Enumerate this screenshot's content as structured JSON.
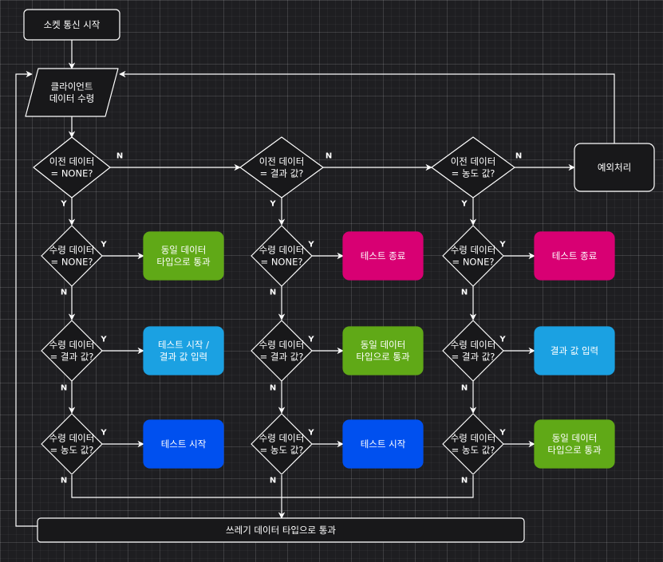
{
  "colors": {
    "green": "#60a917",
    "pink": "#d80073",
    "cyan": "#1ba1e2",
    "blue": "#0050ef",
    "line": "#ffffff",
    "node_fill": "#18181a"
  },
  "nodes": {
    "start": "소켓 통신 시작",
    "receive": [
      "클라이언트",
      "데이터 수령"
    ],
    "prev_none": [
      "이전 데이터",
      "= NONE?"
    ],
    "prev_result": [
      "이전 데이터",
      "= 결과 값?"
    ],
    "prev_conc": [
      "이전 데이터",
      "= 농도 값?"
    ],
    "exception": "예외처리",
    "c1_none": [
      "수령 데이터",
      "= NONE?"
    ],
    "c1_result": [
      "수령 데이터",
      "= 결과 값?"
    ],
    "c1_conc": [
      "수령 데이터",
      "= 농도 값?"
    ],
    "c2_none": [
      "수령 데이터",
      "= NONE?"
    ],
    "c2_result": [
      "수령 데이터",
      "= 결과 값?"
    ],
    "c2_conc": [
      "수령 데이터",
      "= 농도 값?"
    ],
    "c3_none": [
      "수령 데이터",
      "= NONE?"
    ],
    "c3_result": [
      "수령 데이터",
      "= 결과 값?"
    ],
    "c3_conc": [
      "수령 데이터",
      "= 농도 값?"
    ],
    "a1_none": [
      "동일 데이터",
      "타입으로 통과"
    ],
    "a1_result": [
      "테스트 시작 /",
      "결과 값 입력"
    ],
    "a1_conc": "테스트 시작",
    "a2_none": "테스트 종료",
    "a2_result": [
      "동일 데이터",
      "타입으로 통과"
    ],
    "a2_conc": "테스트 시작",
    "a3_none": "테스트 종료",
    "a3_result": "결과 값 입력",
    "a3_conc": [
      "동일 데이터",
      "타입으로 통과"
    ],
    "trash": "쓰레기 데이터 타입으로 통과"
  },
  "edge_labels": {
    "yes": "Y",
    "no": "N"
  }
}
